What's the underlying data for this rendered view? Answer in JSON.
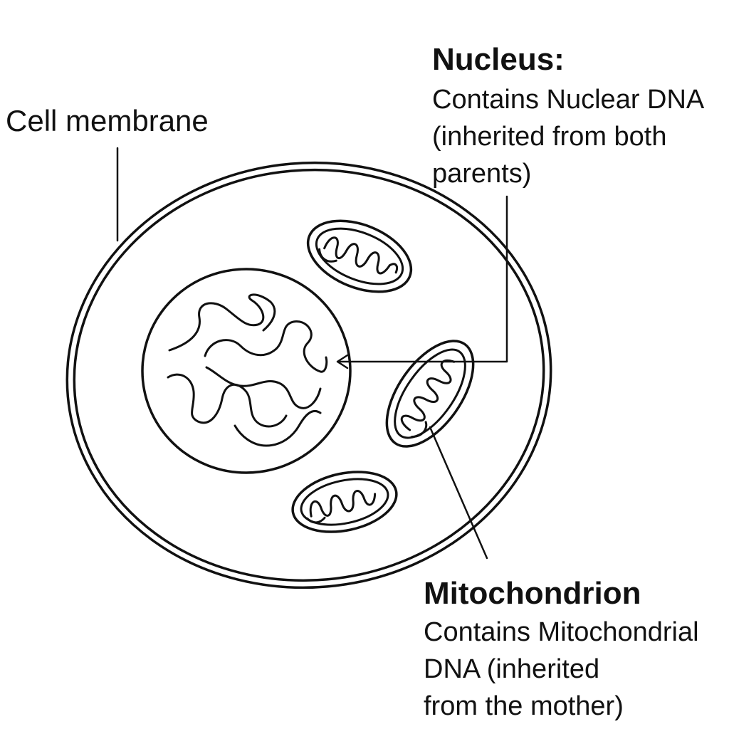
{
  "labels": {
    "cell_membrane": "Cell membrane",
    "nucleus": {
      "title": "Nucleus:",
      "line1": "Contains Nuclear DNA",
      "line2": "(inherited from both",
      "line3": "parents)"
    },
    "mitochondrion": {
      "title": "Mitochondrion",
      "line1": "Contains Mitochondrial",
      "line2": "DNA (inherited",
      "line3": "from the mother)"
    }
  },
  "colors": {
    "line": "#111111",
    "background": "#ffffff"
  }
}
